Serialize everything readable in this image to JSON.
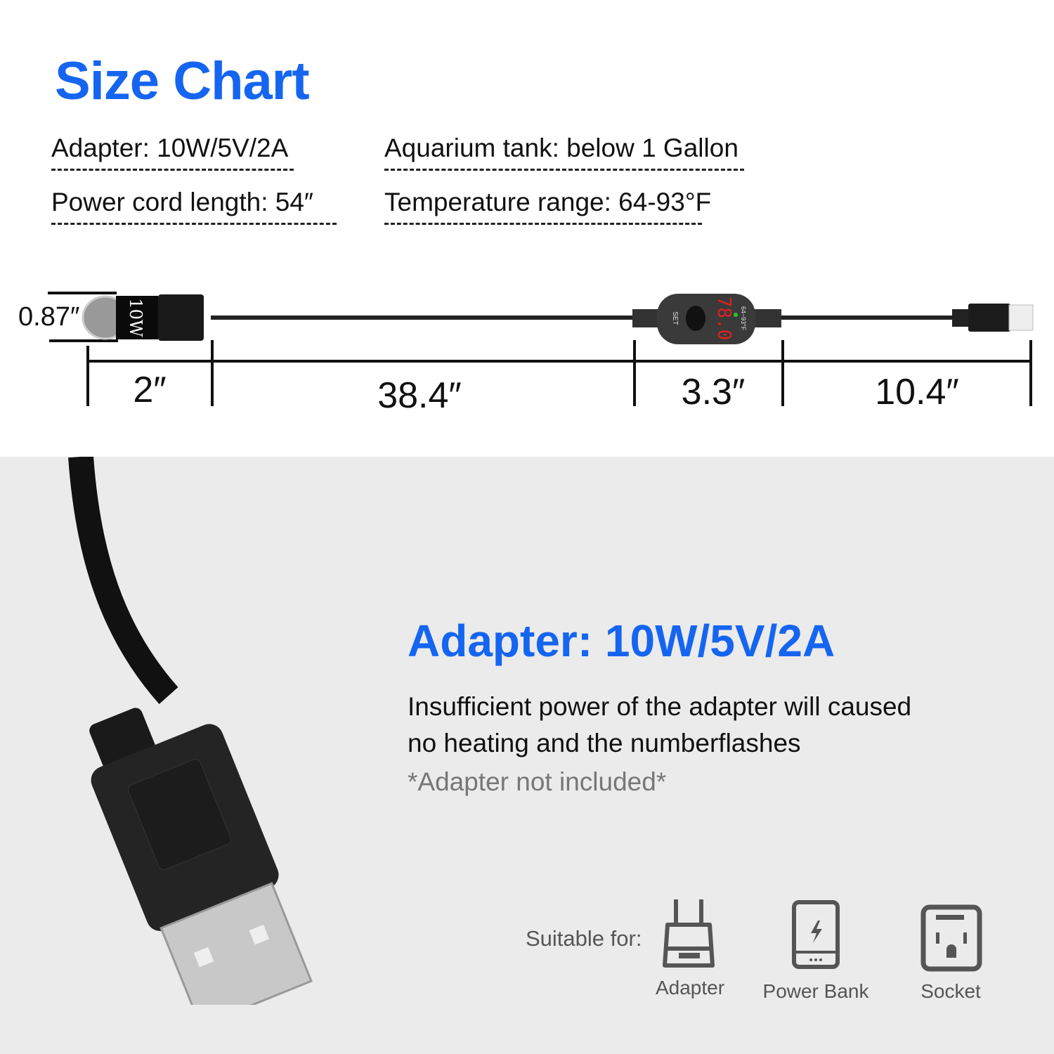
{
  "title": "Size Chart",
  "specs": {
    "adapter": "Adapter: 10W/5V/2A",
    "tank": "Aquarium tank: below 1 Gallon",
    "cord": "Power cord length: 54″",
    "temp": "Temperature range: 64-93°F"
  },
  "product": {
    "heater_label": "10W",
    "diameter": "0.87″",
    "controller_button": "SET",
    "controller_range": "64~93°F",
    "display": "78.0"
  },
  "dimensions": [
    "2″",
    "38.4″",
    "3.3″",
    "10.4″"
  ],
  "colors": {
    "accent": "#1565f0",
    "bottom_bg": "#ebebeb",
    "display": "#e02020"
  },
  "adapter_section": {
    "heading": "Adapter: 10W/5V/2A",
    "line1": "Insufficient power of the adapter will caused",
    "line2": "no heating and the numberflashes",
    "note": "*Adapter not included*",
    "suitable_label": "Suitable for:",
    "items": [
      {
        "icon": "adapter-icon",
        "label": "Adapter"
      },
      {
        "icon": "power-bank-icon",
        "label": "Power Bank"
      },
      {
        "icon": "socket-icon",
        "label": "Socket"
      }
    ]
  }
}
